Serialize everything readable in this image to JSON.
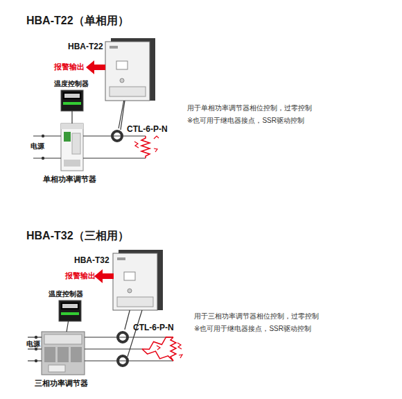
{
  "diagram": {
    "nodes": [
      {
        "text": [
          "HBA-T22"
        ]
      },
      {
        "text": [
          "温度控制器"
        ]
      },
      {
        "text": [
          "单相功率调节器"
        ]
      },
      {
        "text": [
          "CTL-6-P-N"
        ]
      },
      {
        "text": [
          "HBA-T32"
        ]
      },
      {
        "text": [
          "温度控制器"
        ]
      },
      {
        "text": [
          "三相功率调节器"
        ]
      },
      {
        "text": [
          "CTL-6-P-N"
        ]
      }
    ],
    "edges": [
      {
        "from": 0,
        "to": 3,
        "arrow": "none"
      },
      {
        "from": 1,
        "to": 2,
        "arrow": "none"
      },
      {
        "from": 4,
        "to": 7,
        "arrow": "none"
      },
      {
        "from": 5,
        "to": 6,
        "arrow": "none"
      }
    ],
    "labels": [
      "HBA-T22（单相用）",
      "报警输出",
      "电源",
      "用于单相功率调节器相位控制，过零控制",
      "※也可用于继电器接点，SSR驱动控制",
      "HBA-T32（三相用）",
      "报警输出",
      "电源",
      "用于三相功率调节器相位控制，过零控制",
      "※也可用于继电器接点，SSR驱动控制"
    ]
  }
}
